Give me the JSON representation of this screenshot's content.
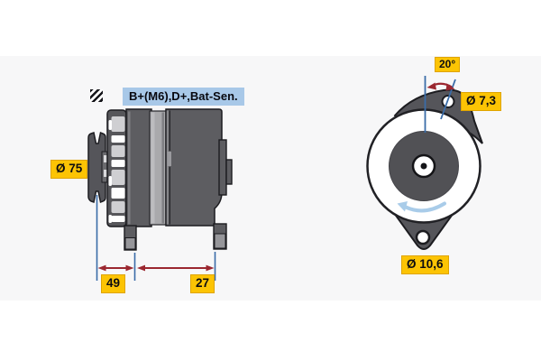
{
  "side_view": {
    "terminals_label": "B+(M6),D+,Bat-Sen.",
    "pulley_diameter_label": "Ø 75",
    "dimensions": {
      "pulley_to_front_foot": "49",
      "foot_span": "27"
    }
  },
  "front_view": {
    "ear_tilt_angle_label": "20°",
    "ear_hole_diameter_label": "Ø 7,3",
    "foot_hole_diameter_label": "Ø 10,6"
  },
  "icons": {
    "hatch": "hatched-square",
    "rotation": "counterclockwise-rotation-arrow"
  },
  "colors": {
    "label_yellow": "#fcc404",
    "label_blue": "#a8c8e8",
    "dimension_line_blue": "#3a6ca8",
    "dimension_arrow_red": "#9b2730",
    "housing_dark_gray": "#5d5d61",
    "stator_light_gray": "#a9a9ac",
    "rotation_arrow_blue": "#a9cce9",
    "canvas_band": "#f7f7f8"
  }
}
